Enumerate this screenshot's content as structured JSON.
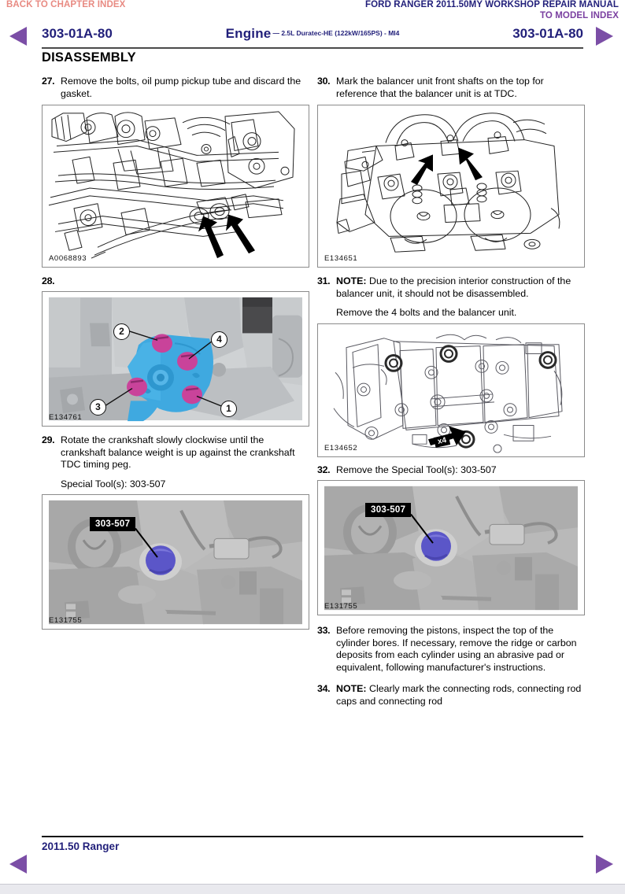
{
  "header": {
    "back_to_chapter_index": "BACK TO CHAPTER INDEX",
    "manual_title": "FORD RANGER 2011.50MY WORKSHOP REPAIR MANUAL",
    "to_model_index": "TO MODEL INDEX",
    "section_code_left": "303-01A-80",
    "section_code_right": "303-01A-80",
    "engine_title": "Engine",
    "engine_subtitle": "— 2.5L Duratec-HE (122kW/165PS) - MI4"
  },
  "page": {
    "heading": "DISASSEMBLY",
    "footer_title": "2011.50 Ranger"
  },
  "left_column": {
    "step27": {
      "number": "27.",
      "text": "Remove the bolts, oil pump pickup tube and discard the gasket."
    },
    "figure_a0068893": {
      "code": "A0068893"
    },
    "step28": {
      "number": "28."
    },
    "figure_e134761": {
      "code": "E134761",
      "callouts": [
        "1",
        "2",
        "3",
        "4"
      ]
    },
    "step29": {
      "number": "29.",
      "text": "Rotate the crankshaft slowly clockwise until the crankshaft balance weight is up against the crankshaft TDC timing peg.",
      "special_tool": "Special Tool(s): 303-507"
    },
    "figure_e131755_left": {
      "code": "E131755",
      "tool_label": "303-507"
    }
  },
  "right_column": {
    "step30": {
      "number": "30.",
      "text": "Mark the balancer unit front shafts on the top for reference that the balancer unit is at TDC."
    },
    "figure_e134651": {
      "code": "E134651"
    },
    "step31": {
      "number": "31.",
      "note_label": "NOTE:",
      "note_text": "Due to the precision interior construction of the balancer unit, it should not be disassembled.",
      "text": "Remove the 4 bolts and the balancer unit."
    },
    "figure_e134652": {
      "code": "E134652",
      "quantity_label": "x4"
    },
    "step32": {
      "number": "32.",
      "text": "Remove the Special Tool(s): 303-507"
    },
    "figure_e131755_right": {
      "code": "E131755",
      "tool_label": "303-507"
    },
    "step33": {
      "number": "33.",
      "text": "Before removing the pistons, inspect the top of the cylinder bores. If necessary, remove the ridge or carbon deposits from each cylinder using an abrasive pad or equivalent, following manufacturer's instructions."
    },
    "step34": {
      "number": "34.",
      "note_label": "NOTE:",
      "note_text": "Clearly mark the connecting rods, connecting rod caps and connecting rod"
    }
  },
  "colors": {
    "nav_arrow": "#7b4ea6",
    "link_red": "#e88a82",
    "link_purple": "#7a3fa0",
    "heading_blue": "#211f7a",
    "highlight_blue": "#3fa9e0",
    "highlight_magenta": "#c9439a",
    "tool_blue": "#5b56c8"
  }
}
